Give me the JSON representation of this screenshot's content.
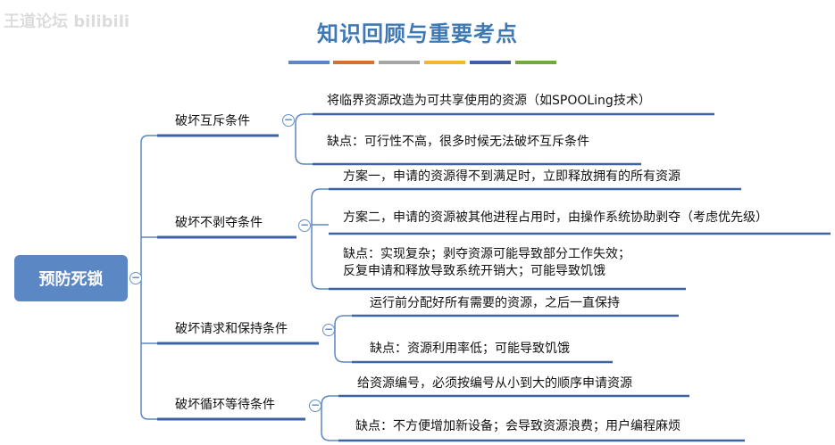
{
  "watermark": "王道论坛 bilibili",
  "title": "知识回顾与重要考点",
  "title_bar_colors": [
    "#5b87c4",
    "#d86f2f",
    "#a5a5a5",
    "#f2b632",
    "#3e5fa8",
    "#6fa844"
  ],
  "root": {
    "label": "预防死锁"
  },
  "branches": [
    {
      "label": "破坏互斥条件",
      "items": [
        {
          "text": "将临界资源改造为可共享使用的资源（如SPOOLing技术）"
        },
        {
          "text": "缺点：可行性不高，很多时候无法破坏互斥条件"
        }
      ]
    },
    {
      "label": "破坏不剥夺条件",
      "items": [
        {
          "text": "方案一，申请的资源得不到满足时，立即释放拥有的所有资源"
        },
        {
          "text": "方案二，申请的资源被其他进程占用时，由操作系统协助剥夺（考虑优先级）"
        },
        {
          "line1": "缺点：实现复杂；剥夺资源可能导致部分工作失效；",
          "line2": "反复申请和释放导致系统开销大；可能导致饥饿"
        }
      ]
    },
    {
      "label": "破坏请求和保持条件",
      "items": [
        {
          "text": "运行前分配好所有需要的资源，之后一直保持"
        },
        {
          "text": "缺点：资源利用率低；可能导致饥饿"
        }
      ]
    },
    {
      "label": "破坏循环等待条件",
      "items": [
        {
          "text": "给资源编号，必须按编号从小到大的顺序申请资源"
        },
        {
          "text": "缺点：不方便增加新设备；会导致资源浪费；用户编程麻烦"
        }
      ]
    }
  ],
  "colors": {
    "line": "#3d63a5",
    "connector": "#5b87c4"
  }
}
